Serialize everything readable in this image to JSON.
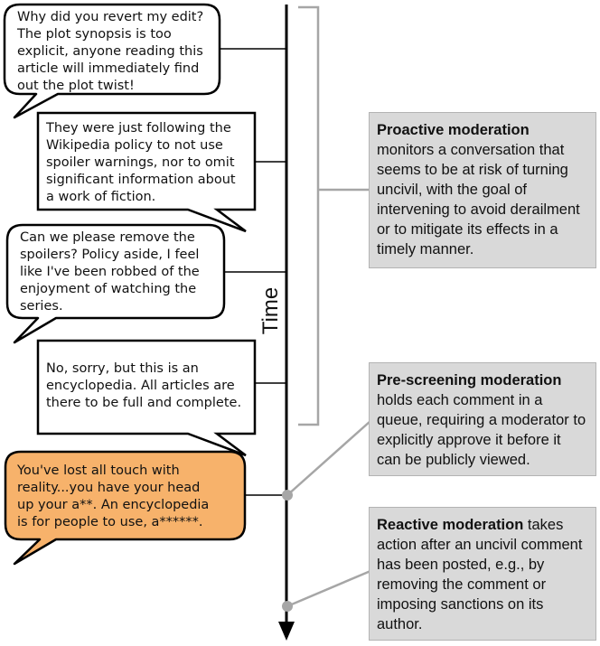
{
  "colors": {
    "bubble_fill": "#ffffff",
    "uncivil_fill": "#f7b26b",
    "box_fill": "#d9d9d9",
    "bracket": "#a6a6a6",
    "timeline": "#000000"
  },
  "timeline": {
    "label": "Time"
  },
  "comments": [
    {
      "text": "Why did you revert my edit?\nThe plot synopsis is too\nexplicit, anyone reading this\narticle will immediately find\nout the plot twist!",
      "uncivil": false
    },
    {
      "text": "They were just following the\nWikipedia policy to not use\nspoiler warnings, nor to omit\nsignificant information about\na work of fiction.",
      "uncivil": false
    },
    {
      "text": "Can we please remove the\nspoilers? Policy aside, I feel\nlike I've been robbed of the\nenjoyment of watching the\nseries.",
      "uncivil": false
    },
    {
      "text": "No, sorry, but this is an\nencyclopedia. All articles are\nthere to be full and complete.",
      "uncivil": false
    },
    {
      "text": "You've lost all touch with\nreality...you have your head\nup your a**. An encyclopedia\nis for people to use, a******.",
      "uncivil": true
    }
  ],
  "moderation": [
    {
      "title": "Proactive moderation",
      "body": " monitors a conversation that seems to be at risk of turning uncivil, with the goal of intervening to avoid derailment or to mitigate its effects in a timely manner."
    },
    {
      "title": "Pre-screening moderation",
      "body": " holds each comment in a queue, requiring a moderator to explicitly approve it before it can be publicly viewed."
    },
    {
      "title": "Reactive moderation",
      "body": " takes action after an uncivil comment has been posted, e.g., by removing the comment or imposing sanctions on its author."
    }
  ]
}
